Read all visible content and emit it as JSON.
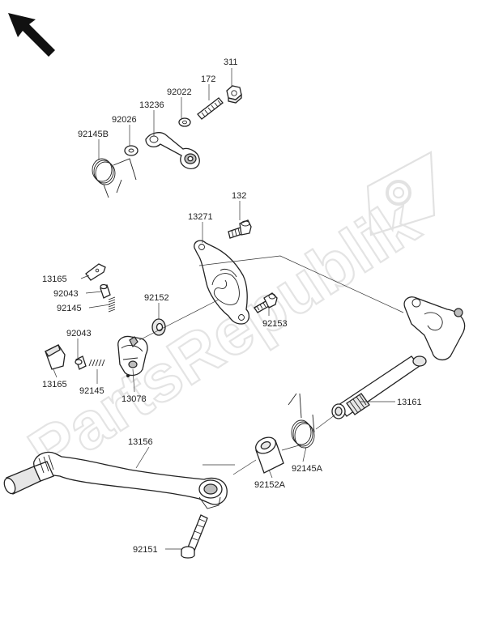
{
  "watermark": "PartsRepublik",
  "labels": {
    "p311": "311",
    "p172": "172",
    "p92022": "92022",
    "p13236": "13236",
    "p92026": "92026",
    "p92145B": "92145B",
    "p132": "132",
    "p13271": "13271",
    "p13165_top": "13165",
    "p92043_top": "92043",
    "p92145_top": "92145",
    "p92152": "92152",
    "p92153": "92153",
    "p92043_mid": "92043",
    "p13165_bot": "13165",
    "p92145_bot": "92145",
    "p13078": "13078",
    "p13161": "13161",
    "p13156": "13156",
    "p92145A": "92145A",
    "p92152A": "92152A",
    "p92151": "92151"
  }
}
